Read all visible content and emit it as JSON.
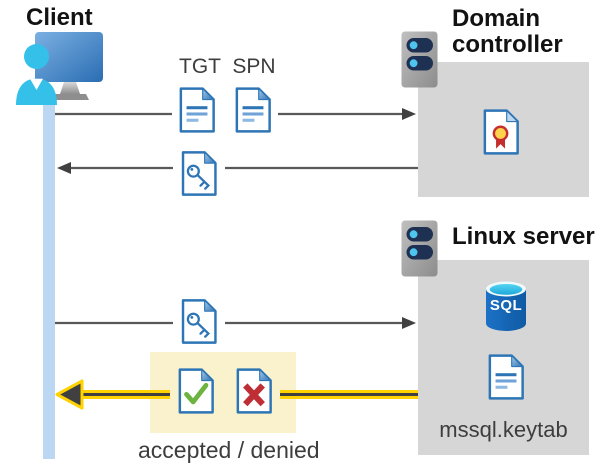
{
  "diagram": {
    "client": {
      "label": "Client"
    },
    "domain_controller": {
      "label": "Domain controller"
    },
    "linux_server": {
      "label": "Linux server"
    },
    "tickets": {
      "tgt_label": "TGT",
      "spn_label": "SPN"
    },
    "sql_badge_label": "SQL",
    "keytab_label": "mssql.keytab",
    "result_label": "accepted / denied"
  },
  "icons": {
    "client": "client-computer-icon",
    "servers": [
      "domain-controller-server-icon",
      "linux-server-icon"
    ],
    "documents": [
      "tgt-document-icon",
      "spn-document-icon",
      "key-document-icon",
      "certificate-icon",
      "accepted-check-document-icon",
      "denied-x-document-icon",
      "keytab-document-icon"
    ],
    "database": "sql-database-icon"
  },
  "colors": {
    "accent_blue": "#2e75b6",
    "lifeline_blue": "#bcd7f1",
    "box_gray": "#d6d6d6",
    "highlight_yellow": "#faf2cd",
    "arrow_gray": "#595959",
    "arrowhead_dark": "#404040",
    "arrow_yellow": "#ffd200",
    "success_green": "#6cb33f",
    "error_red": "#be2e35",
    "person_cyan": "#35c0ea",
    "server_slot_navy": "#1e3152"
  }
}
